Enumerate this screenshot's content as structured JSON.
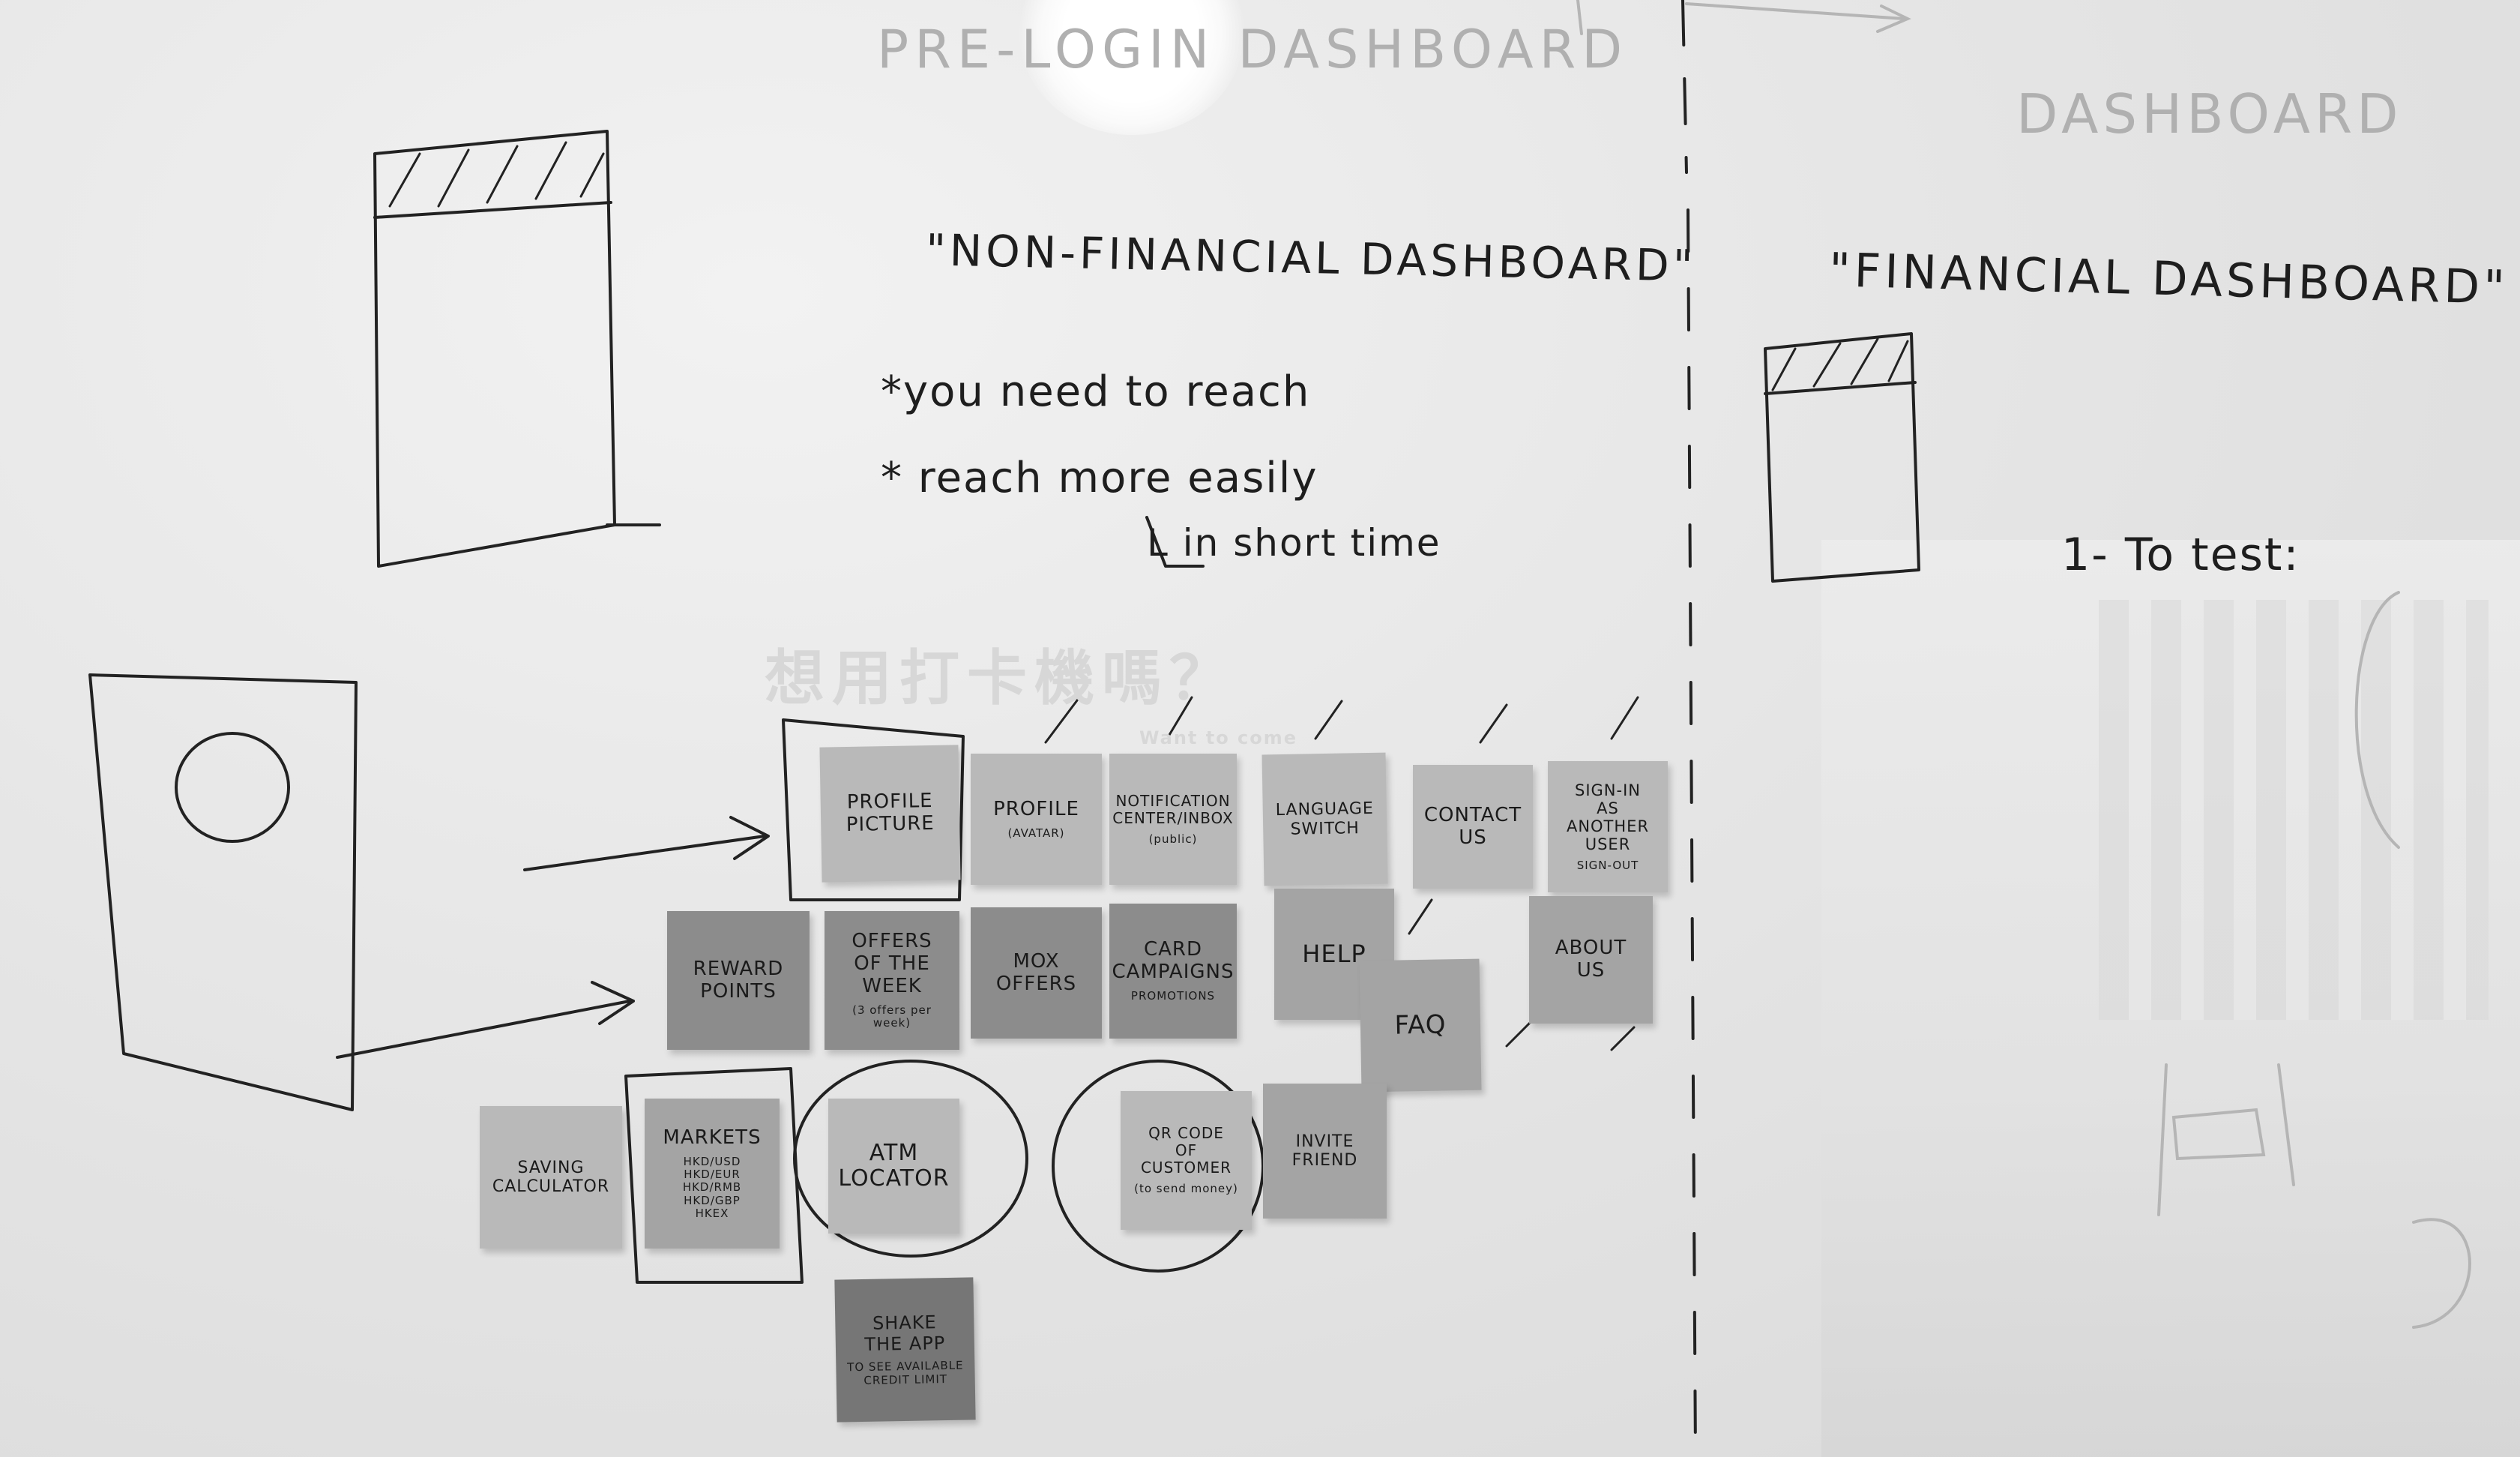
{
  "board": {
    "heading_prelogin": "PRE-LOGIN DASHBOARD",
    "heading_dashboard": "DASHBOARD",
    "nonfinancial_title": "\"NON-FINANCIAL DASHBOARD\"",
    "financial_title": "\"FINANCIAL DASHBOARD\"",
    "bullets": [
      "*you need to reach",
      "* reach more easily",
      "L in short time"
    ],
    "to_test": "1- To test:",
    "window_sign": "想用打卡機嗎？",
    "window_sign_sub": "Want to come"
  },
  "sticky_notes": [
    {
      "text": "PROFILE\nPICTURE",
      "sub": ""
    },
    {
      "text": "PROFILE",
      "sub": "(AVATAR)"
    },
    {
      "text": "NOTIFICATION\nCENTER/INBOX",
      "sub": "(public)"
    },
    {
      "text": "LANGUAGE\nSWITCH",
      "sub": ""
    },
    {
      "text": "CONTACT\nUS",
      "sub": ""
    },
    {
      "text": "SIGN-IN\nAS ANOTHER\nUSER",
      "sub": "SIGN-OUT"
    },
    {
      "text": "REWARD\nPOINTS",
      "sub": ""
    },
    {
      "text": "OFFERS\nOF THE\nWEEK",
      "sub": "(3 offers per week)"
    },
    {
      "text": "MOX\nOFFERS",
      "sub": ""
    },
    {
      "text": "CARD\nCAMPAIGNS",
      "sub": "PROMOTIONS"
    },
    {
      "text": "HELP",
      "sub": ""
    },
    {
      "text": "FAQ",
      "sub": ""
    },
    {
      "text": "ABOUT\nUS",
      "sub": ""
    },
    {
      "text": "SAVING\nCALCULATOR",
      "sub": ""
    },
    {
      "text": "MARKETS",
      "sub": "HKD/USD\nHKD/EUR\nHKD/RMB\nHKD/GBP\nHKEX"
    },
    {
      "text": "ATM\nLOCATOR",
      "sub": ""
    },
    {
      "text": "QR CODE\nOF CUSTOMER",
      "sub": "(to send money)"
    },
    {
      "text": "INVITE\nFRIEND",
      "sub": ""
    },
    {
      "text": "SHAKE\nTHE APP",
      "sub": "TO SEE AVAILABLE\nCREDIT LIMIT"
    }
  ],
  "colors": {
    "board": "#e6e6e6",
    "ink": "#222222",
    "note_light": "#b9b9b9",
    "note_mid": "#a4a4a4",
    "note_dark": "#8c8c8c",
    "note_darker": "#767676"
  }
}
